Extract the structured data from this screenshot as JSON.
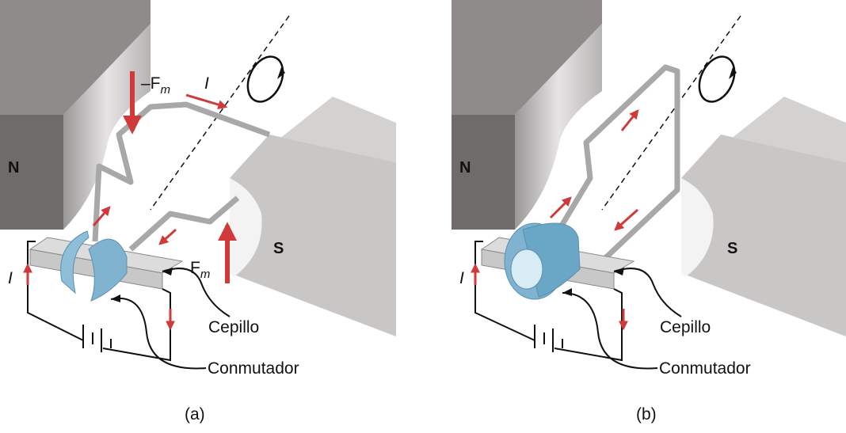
{
  "panels": [
    {
      "caption": "(a)",
      "north_label": "N",
      "south_label": "S",
      "force_neg_label": "–F",
      "force_pos_label": "F",
      "force_subscript": "m",
      "current_top_label": "I",
      "current_left_label": "I",
      "brush_label": "Cepillo",
      "commutator_label": "Conmutador"
    },
    {
      "caption": "(b)",
      "north_label": "N",
      "south_label": "S",
      "current_left_label": "I",
      "brush_label": "Cepillo",
      "commutator_label": "Conmutador"
    }
  ],
  "colors": {
    "magnet_dark": "#8f8b8b",
    "magnet_light": "#c9c6c6",
    "arrow_red": "#d03a3a",
    "commutator_blue": "#8fbfd8",
    "wire": "#b8b8b8"
  }
}
